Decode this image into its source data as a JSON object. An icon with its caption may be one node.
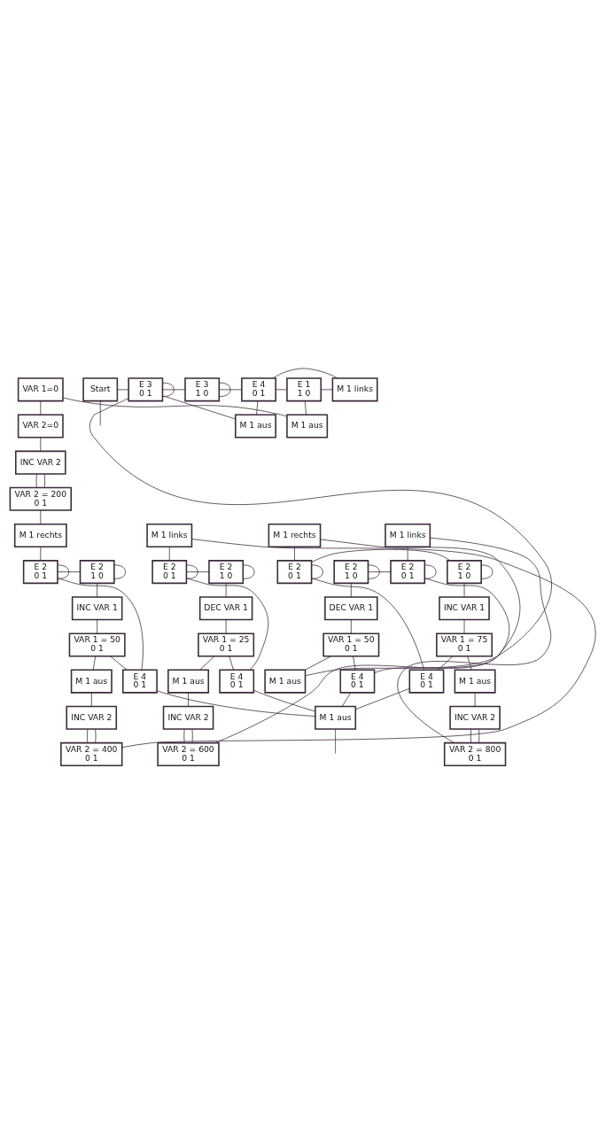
{
  "diagram": {
    "nodes": [
      {
        "text": [
          "VAR 1=0"
        ]
      },
      {
        "text": [
          "M 1 links"
        ]
      },
      {
        "text": [
          "E 1",
          "1 0"
        ]
      },
      {
        "text": [
          "E 4",
          "0 1"
        ]
      },
      {
        "text": [
          "E 3",
          "1 0"
        ]
      },
      {
        "text": [
          "E 3",
          "0 1"
        ]
      },
      {
        "text": [
          "Start"
        ]
      },
      {
        "text": [
          "M 1 aus"
        ]
      },
      {
        "text": [
          "M 1 aus"
        ]
      },
      {
        "text": [
          "VAR 2=0"
        ]
      },
      {
        "text": [
          "INC VAR 2"
        ]
      },
      {
        "text": [
          "VAR 2 = 200",
          "0 1"
        ]
      },
      {
        "text": [
          "M 1 rechts"
        ]
      },
      {
        "text": [
          "M 1 links"
        ]
      },
      {
        "text": [
          "M 1 rechts"
        ]
      },
      {
        "text": [
          "M 1 links"
        ]
      },
      {
        "text": [
          "E 2",
          "0 1"
        ]
      },
      {
        "text": [
          "E 2",
          "1 0"
        ]
      },
      {
        "text": [
          "E 2",
          "0 1"
        ]
      },
      {
        "text": [
          "E 2",
          "1 0"
        ]
      },
      {
        "text": [
          "E 2",
          "0 1"
        ]
      },
      {
        "text": [
          "E 2",
          "1 0"
        ]
      },
      {
        "text": [
          "E 2",
          "0 1"
        ]
      },
      {
        "text": [
          "E 2",
          "1 0"
        ]
      },
      {
        "text": [
          "INC VAR 1"
        ]
      },
      {
        "text": [
          "DEC VAR 1"
        ]
      },
      {
        "text": [
          "INC VAR 1"
        ]
      },
      {
        "text": [
          "DEC VAR 1"
        ]
      },
      {
        "text": [
          "VAR 1 = 50",
          "0 1"
        ]
      },
      {
        "text": [
          "VAR 1 = 25",
          "0 1"
        ]
      },
      {
        "text": [
          "VAR 1 = 75",
          "0 1"
        ]
      },
      {
        "text": [
          "VAR 1 = 50",
          "0 1"
        ]
      },
      {
        "text": [
          "E 4",
          "0 1"
        ]
      },
      {
        "text": [
          "E 4",
          "0 1"
        ]
      },
      {
        "text": [
          "E 4",
          "0 1"
        ]
      },
      {
        "text": [
          "E 4",
          "0 1"
        ]
      },
      {
        "text": [
          "M 1 aus"
        ]
      },
      {
        "text": [
          "M 1 aus"
        ]
      },
      {
        "text": [
          "M 1 aus"
        ]
      },
      {
        "text": [
          "M 1 aus"
        ]
      },
      {
        "text": [
          "INC VAR 2"
        ]
      },
      {
        "text": [
          "INC VAR 2"
        ]
      },
      {
        "text": [
          "INC VAR 2"
        ]
      },
      {
        "text": [
          "VAR 2 = 400",
          "0 1"
        ]
      },
      {
        "text": [
          "VAR 2 = 600",
          "0 1"
        ]
      },
      {
        "text": [
          "VAR 2 = 800",
          "0 1"
        ]
      },
      {
        "text": [
          "M 1 aus"
        ]
      }
    ],
    "edges": [
      {
        "from": 6,
        "to": 5,
        "arrow": "none"
      },
      {
        "from": 5,
        "to": 4,
        "arrow": "none"
      },
      {
        "from": 5,
        "to": 5,
        "arrow": "none"
      },
      {
        "from": 4,
        "to": 3,
        "arrow": "none"
      },
      {
        "from": 4,
        "to": 4,
        "arrow": "none"
      },
      {
        "from": 3,
        "to": 2,
        "arrow": "none"
      },
      {
        "from": 3,
        "to": 8,
        "arrow": "none"
      },
      {
        "from": 2,
        "to": 1,
        "arrow": "none"
      },
      {
        "from": 2,
        "to": 7,
        "arrow": "none"
      },
      {
        "from": 1,
        "to": 3,
        "arrow": "none"
      },
      {
        "from": 7,
        "to": 0,
        "arrow": "none"
      },
      {
        "from": 8,
        "to": 5,
        "arrow": "none"
      },
      {
        "from": 6,
        "to": null,
        "arrow": "none"
      },
      {
        "from": 0,
        "to": 9,
        "arrow": "none"
      },
      {
        "from": 9,
        "to": 10,
        "arrow": "none"
      },
      {
        "from": 10,
        "to": 11,
        "arrow": "none"
      },
      {
        "from": 11,
        "to": 10,
        "arrow": "none"
      },
      {
        "from": 11,
        "to": 12,
        "arrow": "none"
      },
      {
        "from": 12,
        "to": 16,
        "arrow": "none"
      },
      {
        "from": 16,
        "to": 16,
        "arrow": "none"
      },
      {
        "from": 16,
        "to": 17,
        "arrow": "none"
      },
      {
        "from": 17,
        "to": 17,
        "arrow": "none"
      },
      {
        "from": 17,
        "to": 24,
        "arrow": "none"
      },
      {
        "from": 24,
        "to": 28,
        "arrow": "none"
      },
      {
        "from": 28,
        "to": 32,
        "arrow": "none"
      },
      {
        "from": 28,
        "to": 36,
        "arrow": "none"
      },
      {
        "from": 32,
        "to": 16,
        "arrow": "none"
      },
      {
        "from": 32,
        "to": 46,
        "arrow": "none"
      },
      {
        "from": 36,
        "to": 40,
        "arrow": "none"
      },
      {
        "from": 40,
        "to": 43,
        "arrow": "none"
      },
      {
        "from": 43,
        "to": 40,
        "arrow": "none"
      },
      {
        "from": 43,
        "to": 13,
        "arrow": "none"
      },
      {
        "from": 13,
        "to": 18,
        "arrow": "none"
      },
      {
        "from": 18,
        "to": 18,
        "arrow": "none"
      },
      {
        "from": 18,
        "to": 19,
        "arrow": "none"
      },
      {
        "from": 19,
        "to": 19,
        "arrow": "none"
      },
      {
        "from": 19,
        "to": 25,
        "arrow": "none"
      },
      {
        "from": 25,
        "to": 29,
        "arrow": "none"
      },
      {
        "from": 29,
        "to": 33,
        "arrow": "none"
      },
      {
        "from": 29,
        "to": 37,
        "arrow": "none"
      },
      {
        "from": 33,
        "to": 18,
        "arrow": "none"
      },
      {
        "from": 33,
        "to": 46,
        "arrow": "none"
      },
      {
        "from": 37,
        "to": 41,
        "arrow": "none"
      },
      {
        "from": 41,
        "to": 44,
        "arrow": "none"
      },
      {
        "from": 44,
        "to": 41,
        "arrow": "none"
      },
      {
        "from": 44,
        "to": 14,
        "arrow": "none"
      },
      {
        "from": 14,
        "to": 20,
        "arrow": "none"
      },
      {
        "from": 20,
        "to": 20,
        "arrow": "none"
      },
      {
        "from": 20,
        "to": 21,
        "arrow": "none"
      },
      {
        "from": 21,
        "to": 21,
        "arrow": "none"
      },
      {
        "from": 21,
        "to": 26,
        "arrow": "none"
      },
      {
        "from": 26,
        "to": 30,
        "arrow": "none"
      },
      {
        "from": 30,
        "to": 34,
        "arrow": "none"
      },
      {
        "from": 30,
        "to": 38,
        "arrow": "none"
      },
      {
        "from": 34,
        "to": 20,
        "arrow": "none"
      },
      {
        "from": 34,
        "to": 46,
        "arrow": "none"
      },
      {
        "from": 38,
        "to": 42,
        "arrow": "none"
      },
      {
        "from": 42,
        "to": 45,
        "arrow": "none"
      },
      {
        "from": 45,
        "to": 42,
        "arrow": "none"
      },
      {
        "from": 45,
        "to": 15,
        "arrow": "none"
      },
      {
        "from": 15,
        "to": 22,
        "arrow": "none"
      },
      {
        "from": 22,
        "to": 22,
        "arrow": "none"
      },
      {
        "from": 22,
        "to": 23,
        "arrow": "none"
      },
      {
        "from": 23,
        "to": 23,
        "arrow": "none"
      },
      {
        "from": 23,
        "to": 27,
        "arrow": "none"
      },
      {
        "from": 27,
        "to": 31,
        "arrow": "none"
      },
      {
        "from": 31,
        "to": 35,
        "arrow": "none"
      },
      {
        "from": 31,
        "to": 39,
        "arrow": "none"
      },
      {
        "from": 35,
        "to": 22,
        "arrow": "none"
      },
      {
        "from": 35,
        "to": 46,
        "arrow": "none"
      },
      {
        "from": 39,
        "to": 5,
        "arrow": "none"
      },
      {
        "from": 46,
        "to": null,
        "arrow": "none"
      }
    ]
  }
}
